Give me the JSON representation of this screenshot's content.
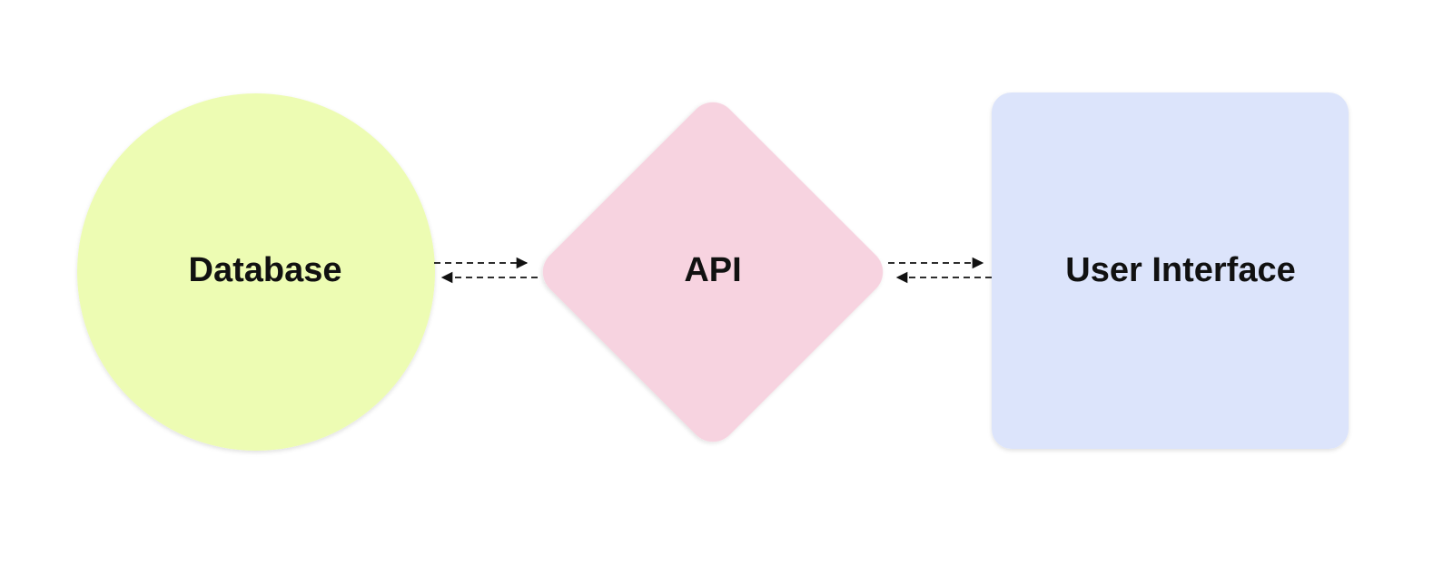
{
  "diagram": {
    "nodes": [
      {
        "id": "database",
        "label": "Database",
        "shape": "circle",
        "color": "#EDFCB3"
      },
      {
        "id": "api",
        "label": "API",
        "shape": "diamond",
        "color": "#F7D3E0"
      },
      {
        "id": "user_interface",
        "label": "User Interface",
        "shape": "rounded-rectangle",
        "color": "#DCE4FB"
      }
    ],
    "edges": [
      {
        "from": "database",
        "to": "api",
        "style": "dashed"
      },
      {
        "from": "api",
        "to": "database",
        "style": "dashed"
      },
      {
        "from": "api",
        "to": "user_interface",
        "style": "dashed"
      },
      {
        "from": "user_interface",
        "to": "api",
        "style": "dashed"
      }
    ],
    "colors": {
      "connector": "#111111",
      "label": "#111111",
      "background": "#FFFFFF"
    }
  }
}
